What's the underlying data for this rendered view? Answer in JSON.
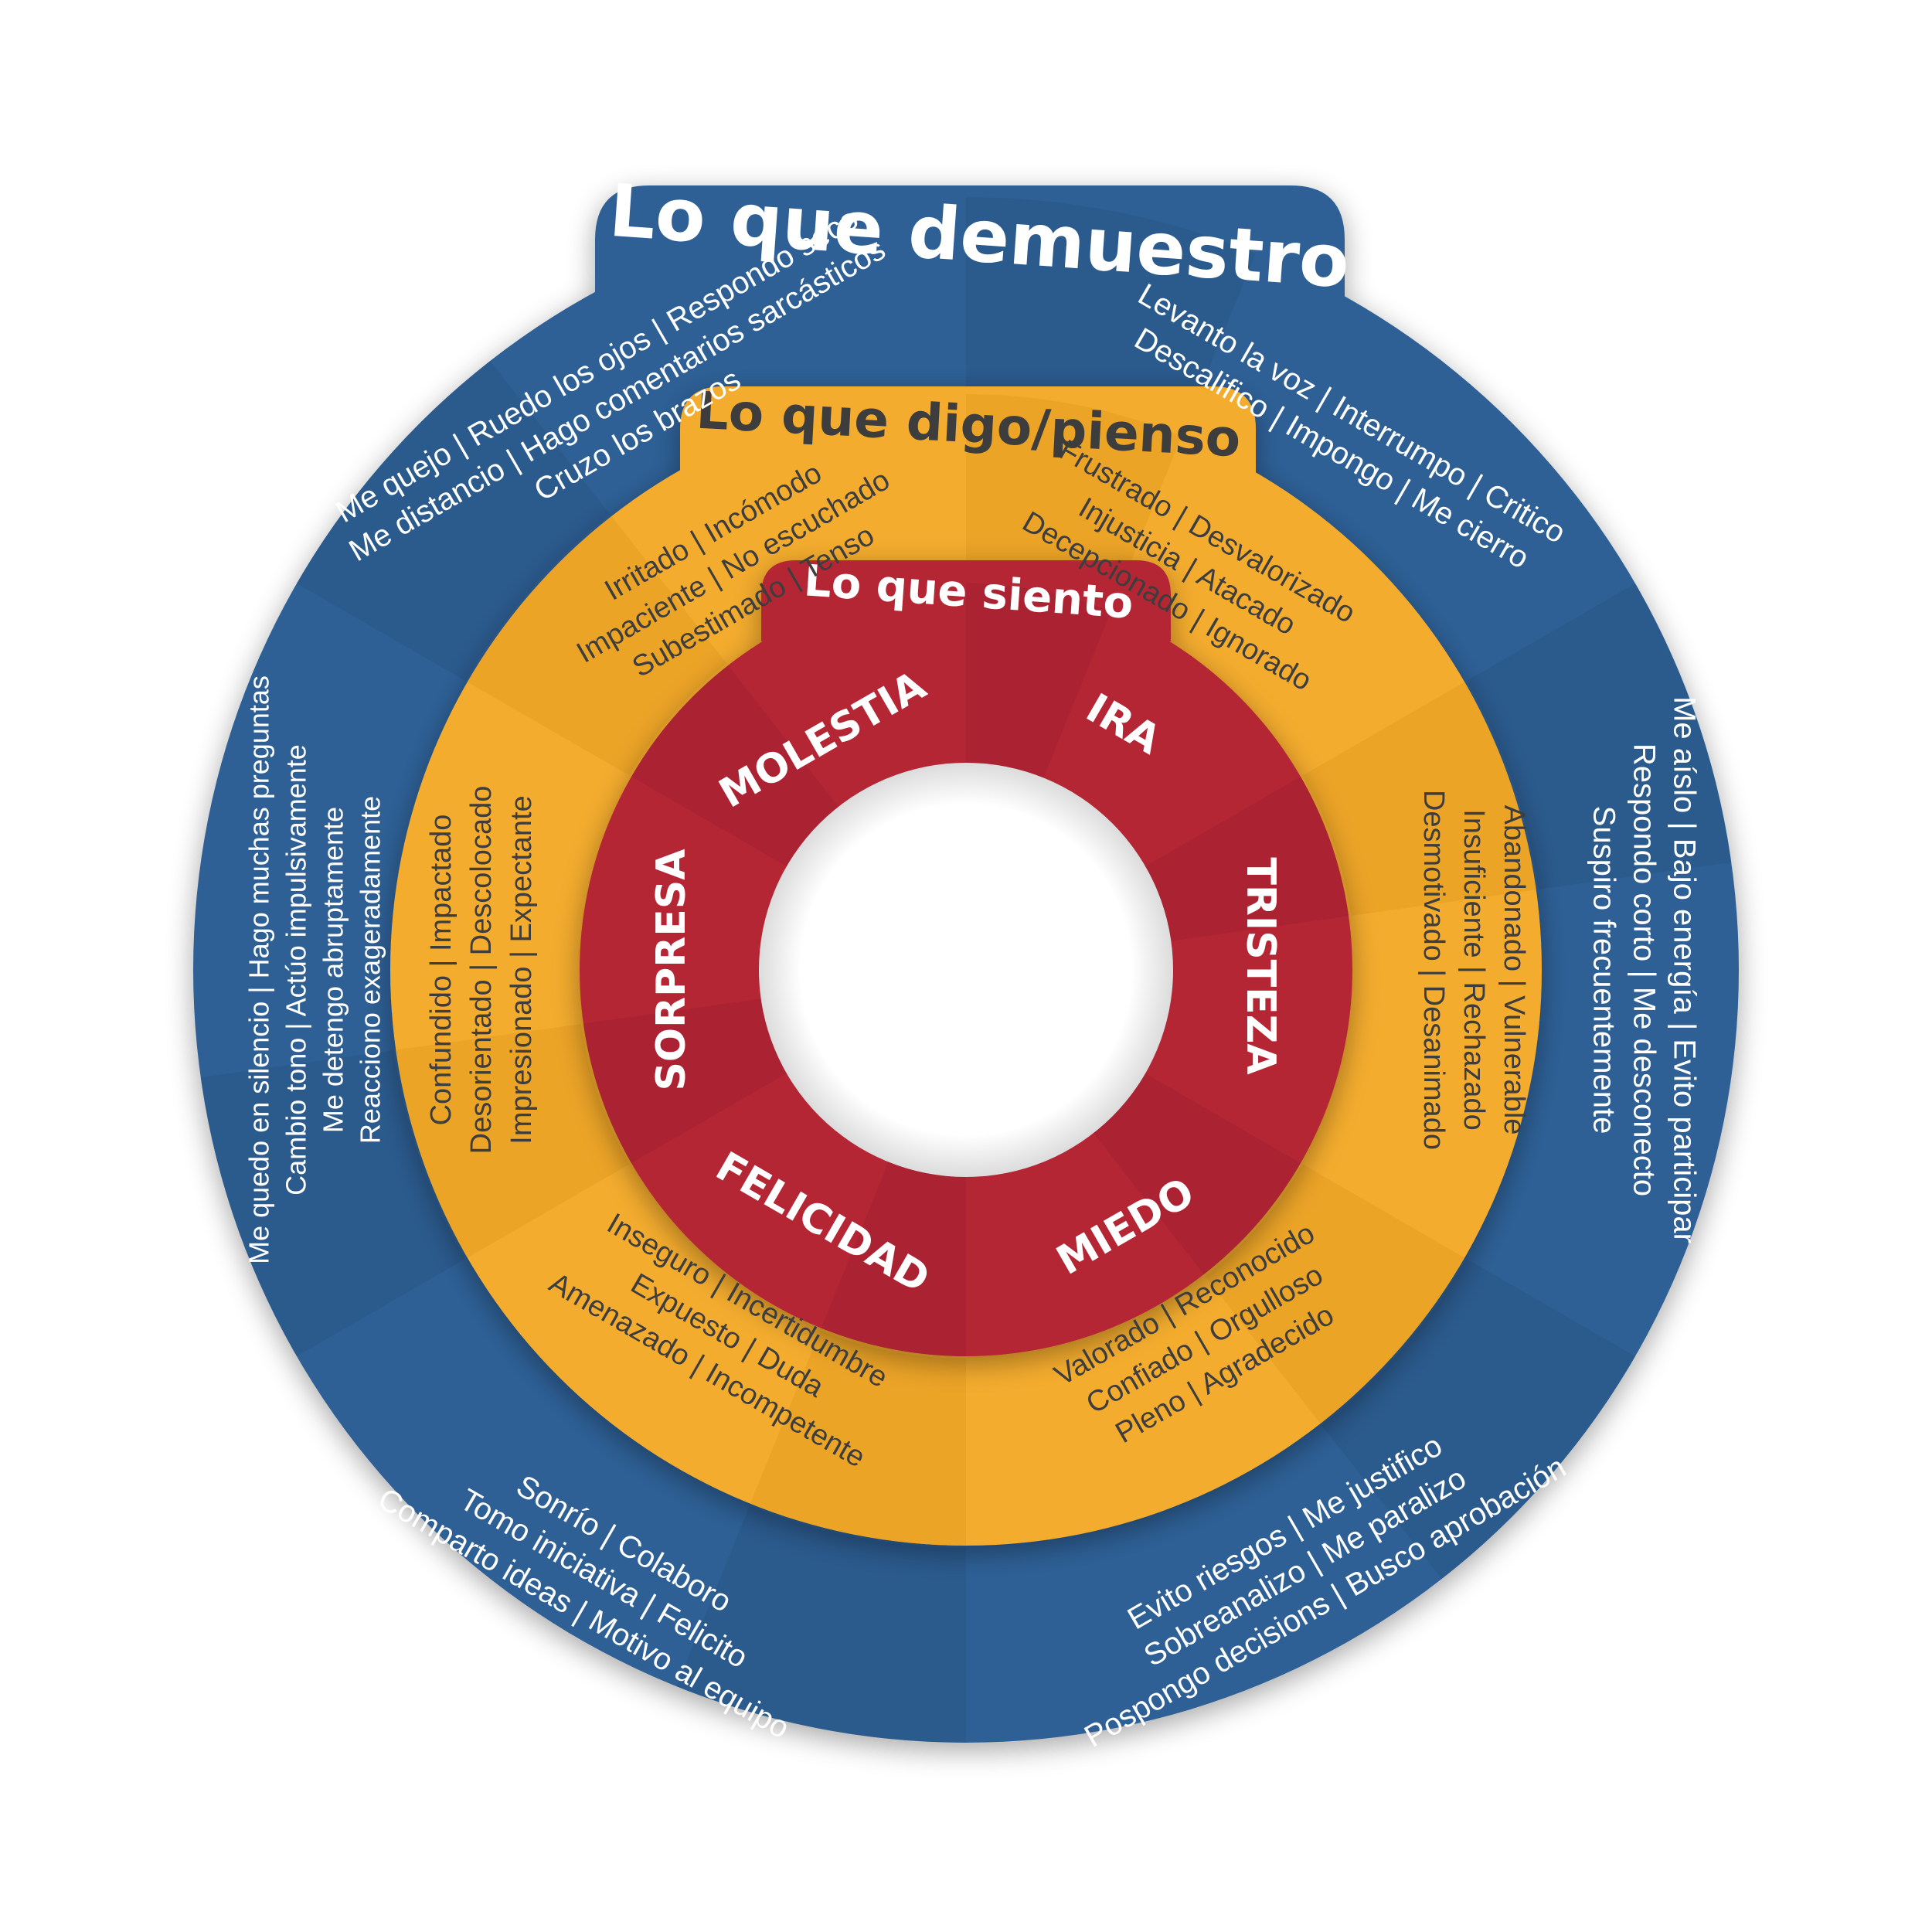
{
  "colors": {
    "outer_ring": "#2f6196",
    "outer_ring_shade": "#2a5687",
    "middle_ring": "#f4ac2e",
    "middle_ring_shade": "#e69f22",
    "inner_ring": "#b52535",
    "inner_ring_shade": "#a21f2f",
    "center": "#ffffff",
    "middle_text": "#3d3d3d",
    "light_text": "#ffffff"
  },
  "titles": {
    "outer": "Lo que demuestro",
    "middle": "Lo que digo/pienso",
    "inner": "Lo que siento"
  },
  "emotions": [
    {
      "id": "molestia",
      "name": "MOLESTIA",
      "thoughts": [
        "Irritado | Incómodo",
        "Impaciente | No escuchado",
        "Subestimado | Tenso"
      ],
      "behaviors": [
        "Me quejo | Ruedo los ojos | Respondo seco",
        "Me distancio | Hago comentarios sarcásticos",
        "Cruzo los brazos"
      ]
    },
    {
      "id": "ira",
      "name": "IRA",
      "thoughts": [
        "Frustrado | Desvalorizado",
        "Injusticia | Atacado",
        "Decepcionado | Ignorado"
      ],
      "behaviors": [
        "Levanto la voz | Interrumpo | Critico",
        "Descalifico | Impongo | Me cierro"
      ]
    },
    {
      "id": "tristeza",
      "name": "TRISTEZA",
      "thoughts": [
        "Abandonado | Vulnerable",
        "Insuficiente | Rechazado",
        "Desmotivado | Desanimado"
      ],
      "behaviors": [
        "Me aíslo | Bajo energía | Evito participar",
        "Respondo corto | Me desconecto",
        "Suspiro frecuentemente"
      ]
    },
    {
      "id": "miedo",
      "name": "MIEDO",
      "thoughts": [
        "Valorado | Reconocido",
        "Confiado | Orgulloso",
        "Pleno | Agradecido"
      ],
      "behaviors": [
        "Evito riesgos | Me justifico",
        "Sobreanalizo | Me paralizo",
        "Pospongo decisions | Busco aprobación"
      ]
    },
    {
      "id": "felicidad",
      "name": "FELICIDAD",
      "thoughts": [
        "Inseguro | Incertidumbre",
        "Expuesto | Duda",
        "Amenazado | Incompetente"
      ],
      "behaviors": [
        "Sonrío | Colaboro",
        "Tomo iniciativa | Felicito",
        "Comparto ideas | Motivo al equipo"
      ]
    },
    {
      "id": "sorpresa",
      "name": "SORPRESA",
      "thoughts": [
        "Confundido | Impactado",
        "Desorientado | Descolocado",
        "Impresionado | Expectante"
      ],
      "behaviors": [
        "Me quedo en silencio | Hago muchas preguntas",
        "Cambio tono | Actúo impulsivamente",
        "Me detengo abruptamente",
        "Reacciono exageradamente"
      ]
    }
  ]
}
